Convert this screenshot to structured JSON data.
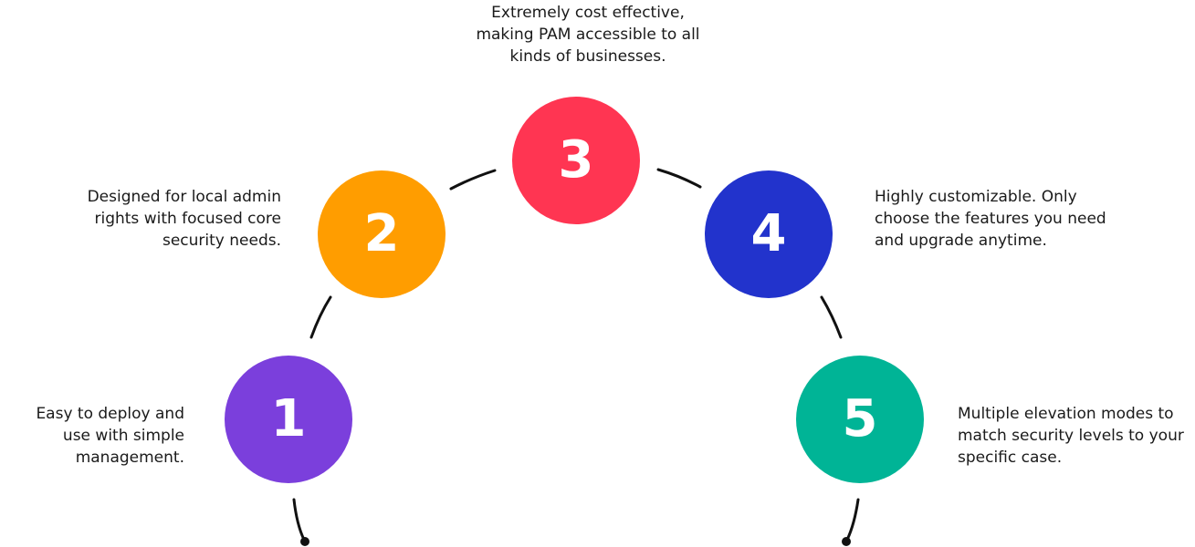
{
  "steps": [
    {
      "number": "1",
      "color": "#7b3fdc",
      "text": [
        "Easy to deploy and",
        "use with simple",
        "management."
      ]
    },
    {
      "number": "2",
      "color": "#ff9d00",
      "text": [
        "Designed for local admin",
        "rights with focused core",
        "security needs."
      ]
    },
    {
      "number": "3",
      "color": "#ff3552",
      "text": [
        "Extremely cost effective,",
        "making PAM accessible to all",
        "kinds of businesses."
      ]
    },
    {
      "number": "4",
      "color": "#2233cc",
      "text": [
        "Highly customizable. Only",
        "choose the features you need",
        "and upgrade anytime."
      ]
    },
    {
      "number": "5",
      "color": "#00b496",
      "text": [
        "Multiple elevation modes to",
        "match security levels to your",
        "specific case."
      ]
    }
  ]
}
